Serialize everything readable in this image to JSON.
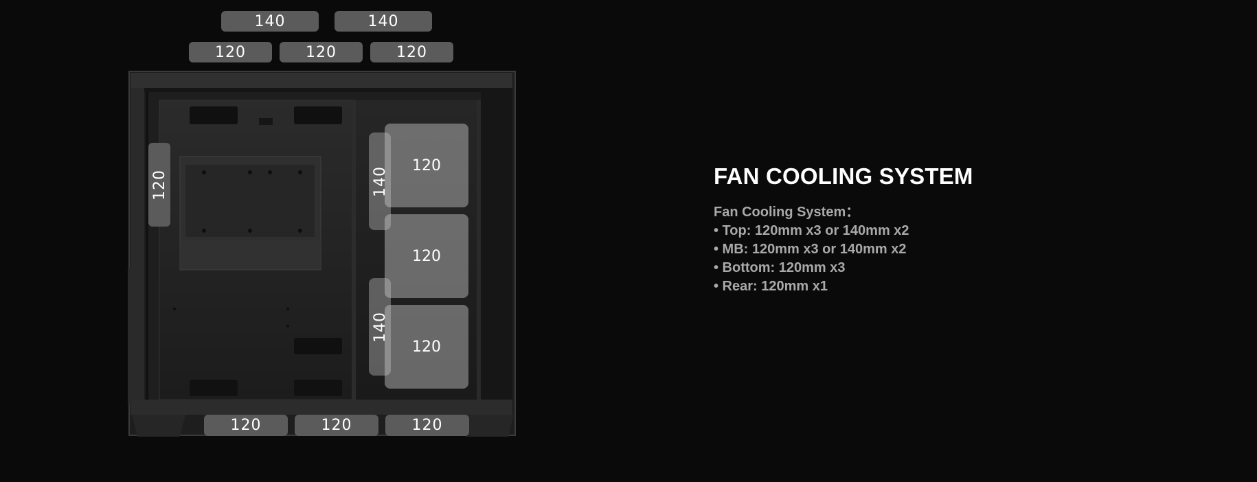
{
  "fan_labels": {
    "top_140": [
      "140",
      "140"
    ],
    "top_120": [
      "120",
      "120",
      "120"
    ],
    "rear": "120",
    "side_mb_140": [
      "140",
      "140"
    ],
    "side_mb_120": [
      "120",
      "120",
      "120"
    ],
    "bottom_120": [
      "120",
      "120",
      "120"
    ]
  },
  "content": {
    "heading": "FAN COOLING SYSTEM",
    "spec_title": "Fan Cooling System：",
    "spec_lines": [
      "• Top: 120mm x3 or 140mm x2",
      "• MB: 120mm x3 or 140mm x2",
      "• Bottom: 120mm x3",
      "• Rear: 120mm x1"
    ]
  },
  "colors": {
    "background": "#0a0a0a",
    "heading": "#ffffff",
    "spec_text": "#a9a9a9",
    "pill": "#5b5b5b"
  }
}
